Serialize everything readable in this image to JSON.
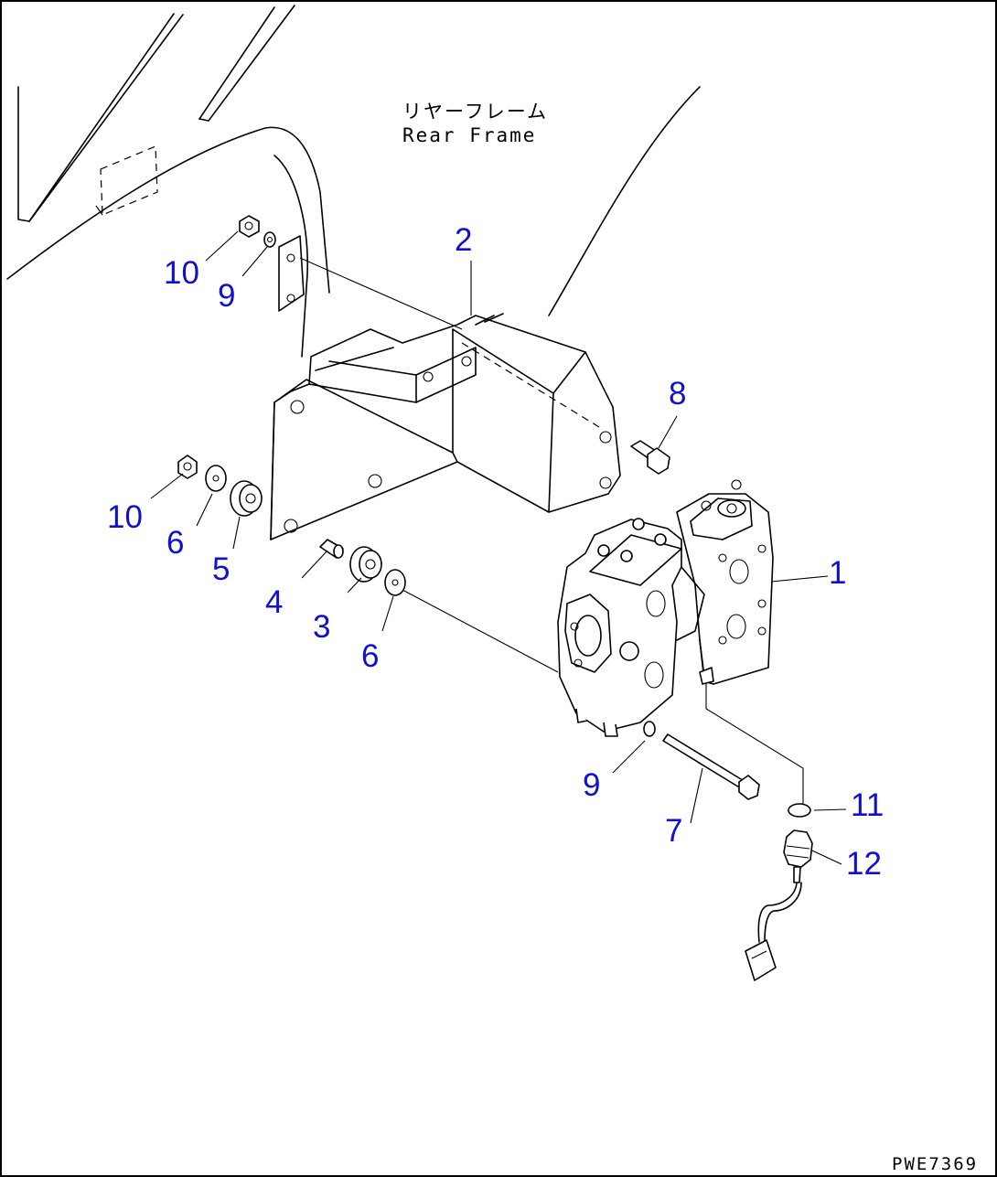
{
  "frame_label": {
    "jp": "リヤーフレーム",
    "en": "Rear Frame"
  },
  "callouts": {
    "c1": "1",
    "c2": "2",
    "c3": "3",
    "c4": "4",
    "c5": "5",
    "c6a": "6",
    "c6b": "6",
    "c7": "7",
    "c8": "8",
    "c9a": "9",
    "c9b": "9",
    "c10a": "10",
    "c10b": "10",
    "c11": "11",
    "c12": "12"
  },
  "drawing_id": "PWE7369",
  "colors": {
    "callout": "#1010d0",
    "line": "#000000",
    "background": "#ffffff"
  }
}
